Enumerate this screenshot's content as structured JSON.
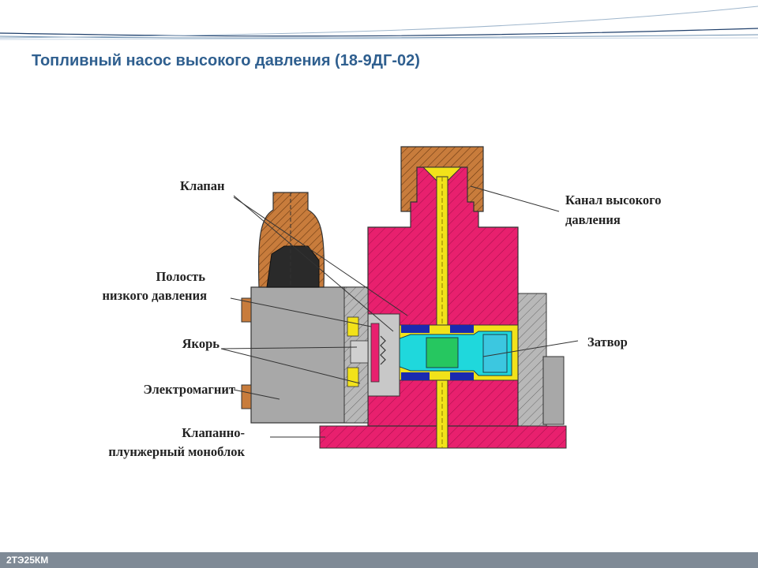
{
  "title": "Топливный насос высокого давления (18-9ДГ-02)",
  "labels": {
    "valve": "Клапан",
    "hp_channel_1": "Канал высокого",
    "hp_channel_2": "давления",
    "lp_cavity_1": "Полость",
    "lp_cavity_2": "низкого давления",
    "armature": "Якорь",
    "gate": "Затвор",
    "electromagnet": "Электромагнит",
    "monoblock_1": "Клапанно-",
    "monoblock_2": "плунжерный моноблок"
  },
  "footer": {
    "text": "2ТЭ25КМ"
  },
  "colors": {
    "title": "#2f5f8f",
    "pump_body": "#e8206e",
    "channel": "#f2e21a",
    "fitting": "#c87c3c",
    "magnet_housing": "#a8a8a8",
    "plunger": "#1fd8dc",
    "seal": "#1a2ab0",
    "footer": "#7f8a96"
  }
}
